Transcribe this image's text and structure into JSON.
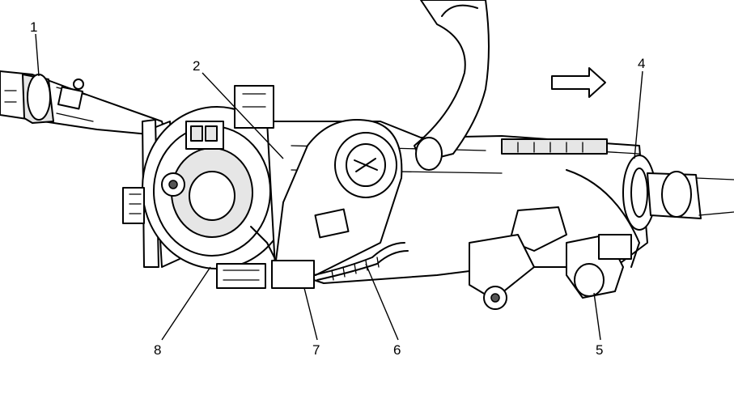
{
  "diagram": {
    "type": "exploded parts illustration",
    "callouts": [
      {
        "id": "1",
        "label": "1"
      },
      {
        "id": "2",
        "label": "2"
      },
      {
        "id": "4",
        "label": "4"
      },
      {
        "id": "5",
        "label": "5"
      },
      {
        "id": "6",
        "label": "6"
      },
      {
        "id": "7",
        "label": "7"
      },
      {
        "id": "8",
        "label": "8"
      }
    ],
    "icons": {
      "direction_arrow": "right-arrow-icon"
    },
    "colors": {
      "line": "#000000",
      "background": "#ffffff"
    }
  }
}
